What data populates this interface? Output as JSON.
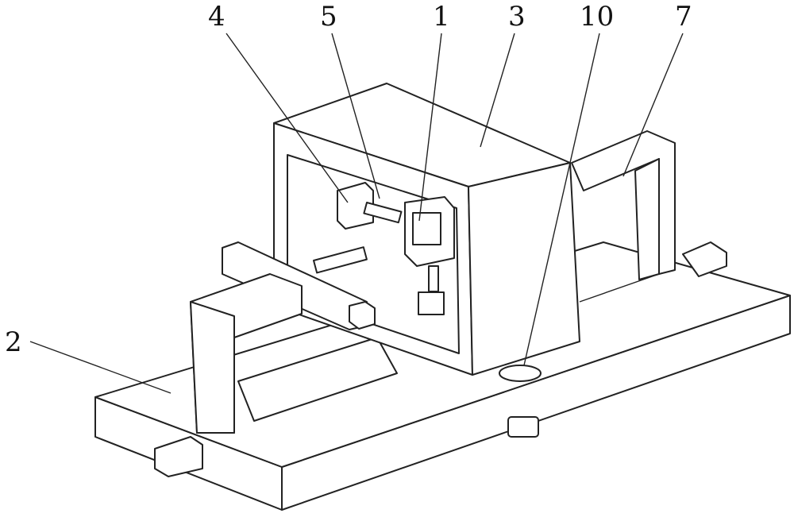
{
  "labels": {
    "box": "3",
    "part_1": "1",
    "part_4": "4",
    "part_5": "5",
    "part_10": "10",
    "part_7": "7",
    "base": "2"
  }
}
